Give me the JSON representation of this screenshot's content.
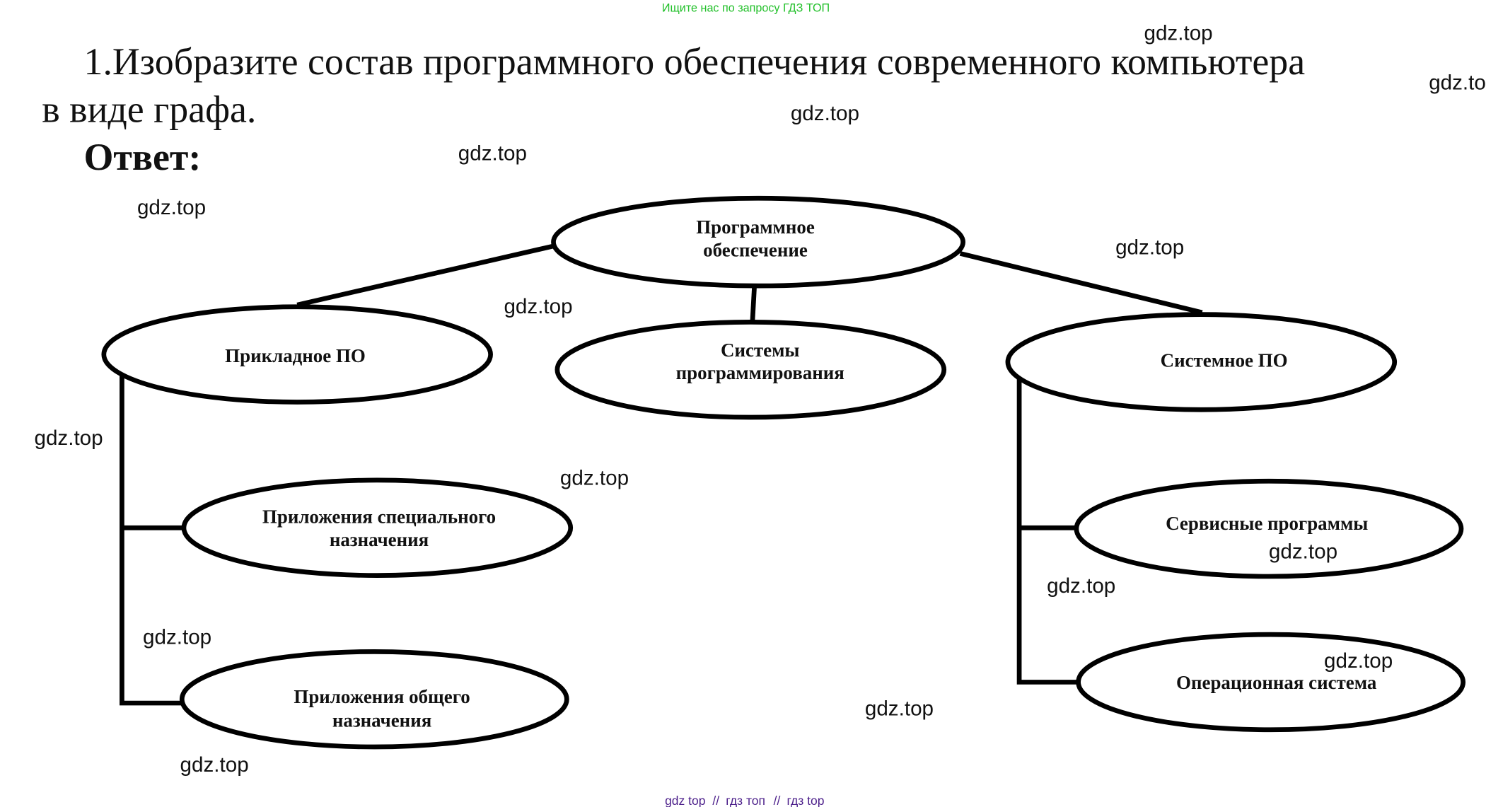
{
  "top_banner": "Ищите нас по запросу ГДЗ ТОП",
  "question_line1": "1.Изобразите состав программного обеспечения современного компьютера",
  "question_line2": "в виде графа.",
  "answer_label": "Ответ:",
  "graph": {
    "root": [
      "Программное",
      "обеспечение"
    ],
    "applied": "Прикладное ПО",
    "programming": [
      "Системы",
      "программирования"
    ],
    "system": "Системное ПО",
    "special_apps": [
      "Приложения специального",
      "назначения"
    ],
    "general_apps": [
      "Приложения общего",
      "назначения"
    ],
    "service": "Сервисные программы",
    "os": "Операционная система"
  },
  "watermark": "gdz.top",
  "footer": {
    "link1": "gdz top",
    "sep": "//",
    "link2": "гдз топ",
    "link3": "гдз top"
  },
  "colors": {
    "banner": "#22c02a",
    "footer": "#4b1e8a"
  }
}
